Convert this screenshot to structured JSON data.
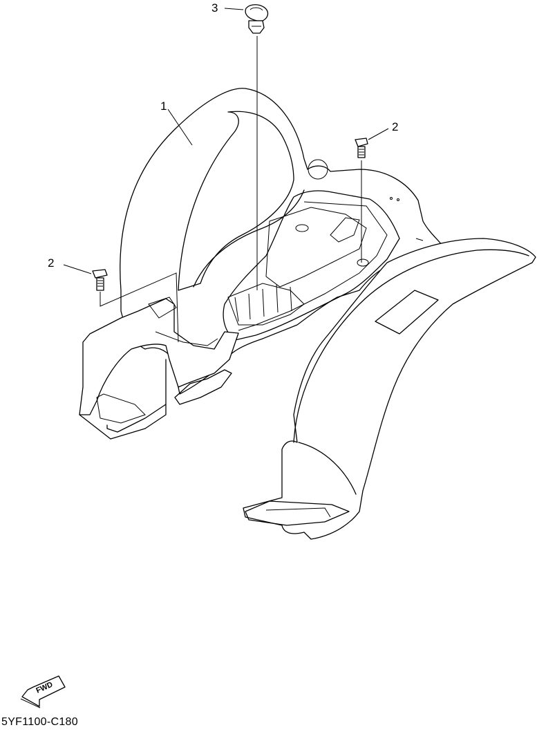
{
  "diagram": {
    "callouts": [
      {
        "id": "1",
        "label": "1"
      },
      {
        "id": "2a",
        "label": "2"
      },
      {
        "id": "2b",
        "label": "2"
      },
      {
        "id": "3",
        "label": "3"
      }
    ],
    "fwd_label": "FWD",
    "diagram_code": "5YF1100-C180"
  },
  "icons": {
    "arrow": "fwd-arrow-icon"
  }
}
